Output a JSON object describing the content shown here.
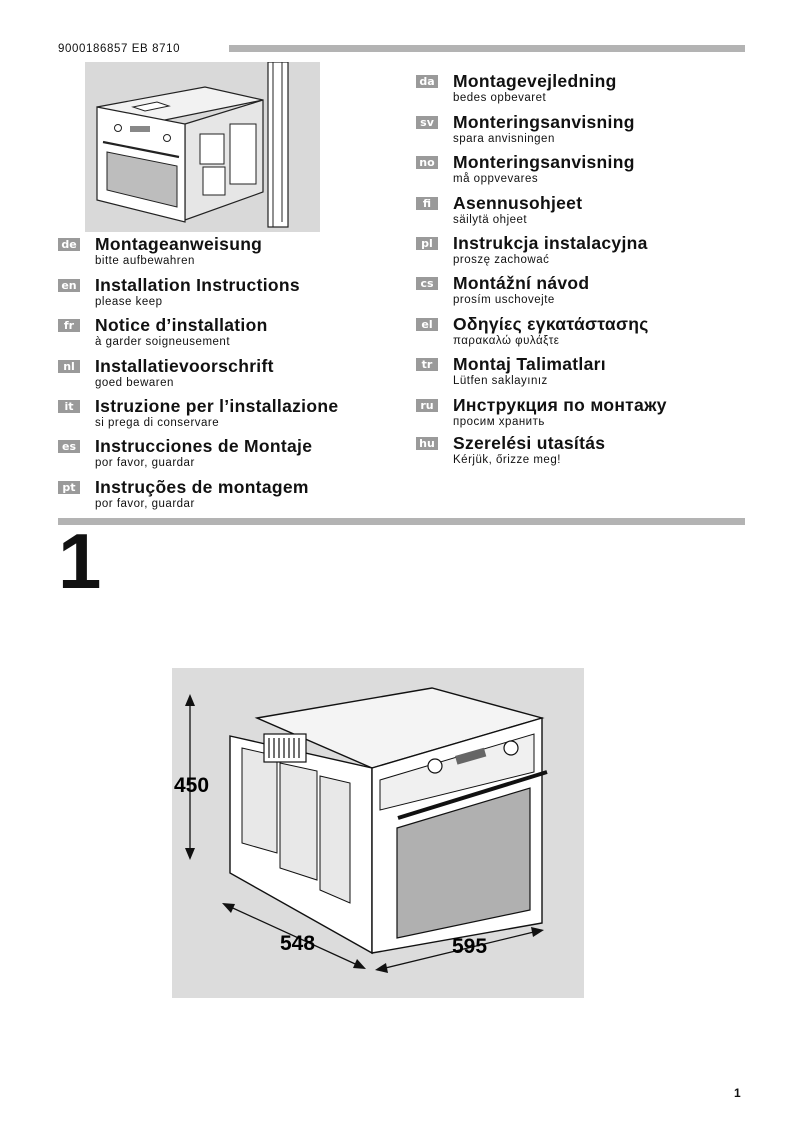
{
  "doc_id": "9000186857  EB  8710",
  "left_entries": [
    {
      "code": "de",
      "title": "Montageanweisung",
      "subtitle": "bitte aufbewahren"
    },
    {
      "code": "en",
      "title": "Installation Instructions",
      "subtitle": "please keep"
    },
    {
      "code": "fr",
      "title": "Notice d’installation",
      "subtitle": "à garder soigneusement"
    },
    {
      "code": "nl",
      "title": "Installatievoorschrift",
      "subtitle": "goed bewaren"
    },
    {
      "code": "it",
      "title": "Istruzione per l’installazione",
      "subtitle": "si prega di conservare"
    },
    {
      "code": "es",
      "title": "Instrucciones de Montaje",
      "subtitle": "por favor, guardar"
    },
    {
      "code": "pt",
      "title": "Instruções de montagem",
      "subtitle": "por favor, guardar"
    }
  ],
  "right_entries": [
    {
      "code": "da",
      "title": "Montagevejledning",
      "subtitle": "bedes opbevaret"
    },
    {
      "code": "sv",
      "title": "Monteringsanvisning",
      "subtitle": "spara anvisningen"
    },
    {
      "code": "no",
      "title": "Monteringsanvisning",
      "subtitle": "må oppvevares"
    },
    {
      "code": "fi",
      "title": "Asennusohjeet",
      "subtitle": "säilytä ohjeet"
    },
    {
      "code": "pl",
      "title": "Instrukcja instalacyjna",
      "subtitle": "proszę zachować"
    },
    {
      "code": "cs",
      "title": "Montážní návod",
      "subtitle": "prosím uschovejte"
    },
    {
      "code": "el",
      "title": "Οδηγίες εγκατάστασης",
      "subtitle": "παρακαλώ φυλάξτε"
    },
    {
      "code": "tr",
      "title": "Montaj Talimatları",
      "subtitle": "Lütfen saklayınız"
    },
    {
      "code": "ru",
      "title": "Инструкция по монтажу",
      "subtitle": "просим хранить"
    },
    {
      "code": "hu",
      "title": "Szerelési utasítás",
      "subtitle": "Kérjük, őrizze meg!"
    }
  ],
  "step_number": "1",
  "dimensions": {
    "height": "450",
    "depth": "548",
    "width": "595"
  },
  "page_number": "1"
}
